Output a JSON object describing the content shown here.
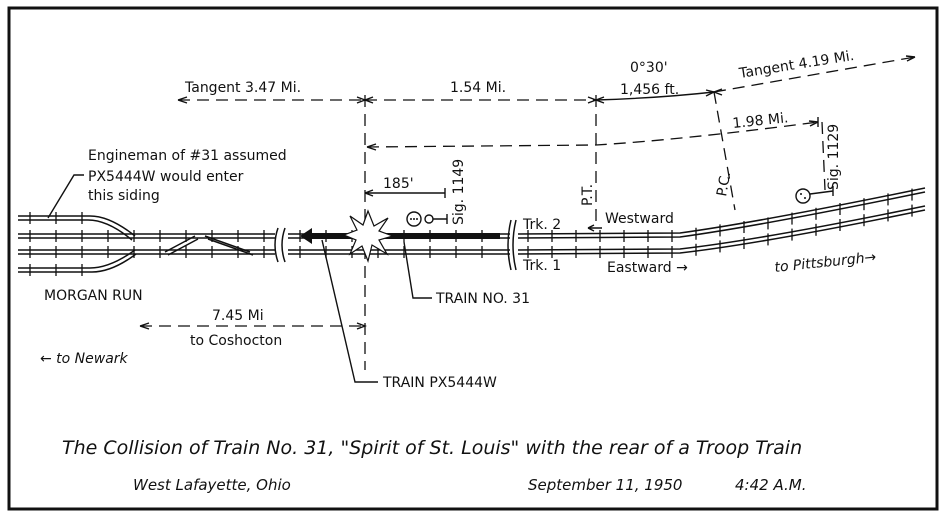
{
  "diagram": {
    "tangent_west": "Tangent  3.47 Mi.",
    "dist_to_pt": "1.54 Mi.",
    "curve_degree": "0°30'",
    "curve_length": "1,456 ft.",
    "tangent_east": "Tangent  4.19 Mi.",
    "dist_to_sig1129": "1.98 Mi.",
    "dist_to_sig1149": "185'",
    "sig_1149": "Sig. 1149",
    "sig_1129": "Sig. 1129",
    "pt_label": "P.T.",
    "pc_label": "P.C.",
    "note_line1": "Engineman of #31 assumed",
    "note_line2": "PX5444W would enter",
    "note_line3": "this siding",
    "trk2": "Trk. 2",
    "trk1": "Trk. 1",
    "westward": "Westward",
    "eastward": "Eastward →",
    "to_pittsburgh": "to Pittsburgh→",
    "morgan_run": "MORGAN RUN",
    "dist_coshocton": "7.45 Mi",
    "to_coshocton": "to Coshocton",
    "to_newark": "←  to Newark",
    "train_31": "TRAIN NO. 31",
    "train_px": "TRAIN PX5444W"
  },
  "caption": {
    "title": "The Collision of Train No. 31, \"Spirit of St. Louis\" with the rear of a Troop Train",
    "location": "West Lafayette, Ohio",
    "date": "September 11, 1950",
    "time": "4:42 A.M."
  }
}
